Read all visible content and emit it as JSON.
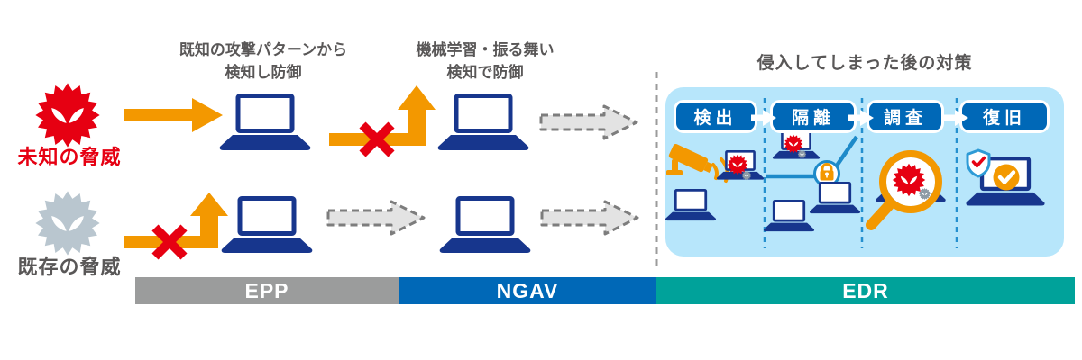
{
  "diagram_title": "EPP / NGAV / EDR endpoint security concept diagram",
  "threats": {
    "unknown": {
      "label": "未知の脅威",
      "color": "#e60012"
    },
    "known": {
      "label": "既存の脅威",
      "color": "#595757"
    }
  },
  "captions": {
    "epp": {
      "line1": "既知の攻撃パターンから",
      "line2": "検知し防御"
    },
    "ngav": {
      "line1": "機械学習・振る舞い",
      "line2": "検知で防御"
    },
    "edr_title": "侵入してしまった後の対策"
  },
  "edr": {
    "steps": [
      {
        "label": "検出"
      },
      {
        "label": "隔離"
      },
      {
        "label": "調査"
      },
      {
        "label": "復旧"
      }
    ]
  },
  "bars": [
    {
      "label": "EPP",
      "color": "#9b9c9c"
    },
    {
      "label": "NGAV",
      "color": "#0068b7"
    },
    {
      "label": "EDR",
      "color": "#00a29a"
    }
  ],
  "icons": {
    "virus_unknown": "spiky-virus-red",
    "virus_known": "spiky-virus-gray",
    "laptop": "laptop-navy",
    "block_x": "red-x-blocked",
    "solid_arrow": "orange-arrow-right",
    "elbow_arrow": "orange-arrow-deflected-up",
    "dashed_arrow": "gray-dashed-arrow-right",
    "camera": "surveillance-camera",
    "lock": "padlock-in-circle",
    "magnifier": "magnifying-glass",
    "shield": "shield-with-check",
    "check": "check-circle"
  },
  "colors": {
    "orange": "#f39800",
    "red": "#e60012",
    "navy": "#17368d",
    "blue": "#0068b7",
    "teal": "#00a29a",
    "gray_bar": "#9b9c9c",
    "light_blue_panel": "#b7e6fb",
    "dashed_blue": "#2490cf",
    "text_gray": "#595757"
  }
}
